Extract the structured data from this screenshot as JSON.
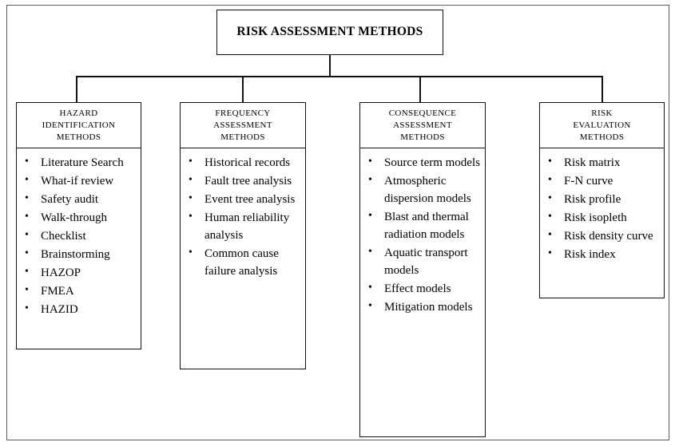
{
  "diagram": {
    "title": "RISK ASSESSMENT\nMETHODS",
    "title_line1": "RISK ASSESSMENT",
    "title_line2": "METHODS",
    "bullet_glyph": "•",
    "colors": {
      "line": "#111111",
      "frame": "#5a5a5a",
      "background": "#ffffff",
      "text": "#000000"
    },
    "categories": [
      {
        "id": "hazard",
        "header_lines": [
          "HAZARD",
          "IDENTIFICATION",
          "METHODS"
        ],
        "items": [
          "Literature Search",
          "What-if review",
          "Safety audit",
          "Walk-through",
          "Checklist",
          "Brainstorming",
          "HAZOP",
          "FMEA",
          "HAZID"
        ]
      },
      {
        "id": "frequency",
        "header_lines": [
          "FREQUENCY",
          "ASSESSMENT",
          "METHODS"
        ],
        "items": [
          "Historical records",
          "Fault tree analysis",
          "Event tree analysis",
          "Human reliability analysis",
          "Common cause failure analysis"
        ]
      },
      {
        "id": "consequence",
        "header_lines": [
          "CONSEQUENCE",
          "ASSESSMENT",
          "METHODS"
        ],
        "items": [
          "Source term models",
          "Atmospheric dispersion models",
          "Blast and thermal radiation models",
          "Aquatic transport models",
          "Effect models",
          "Mitigation models"
        ]
      },
      {
        "id": "risk",
        "header_lines": [
          "RISK",
          "EVALUATION",
          "METHODS"
        ],
        "items": [
          "Risk matrix",
          "F-N curve",
          "Risk profile",
          "Risk isopleth",
          "Risk density curve",
          "Risk index"
        ]
      }
    ]
  }
}
